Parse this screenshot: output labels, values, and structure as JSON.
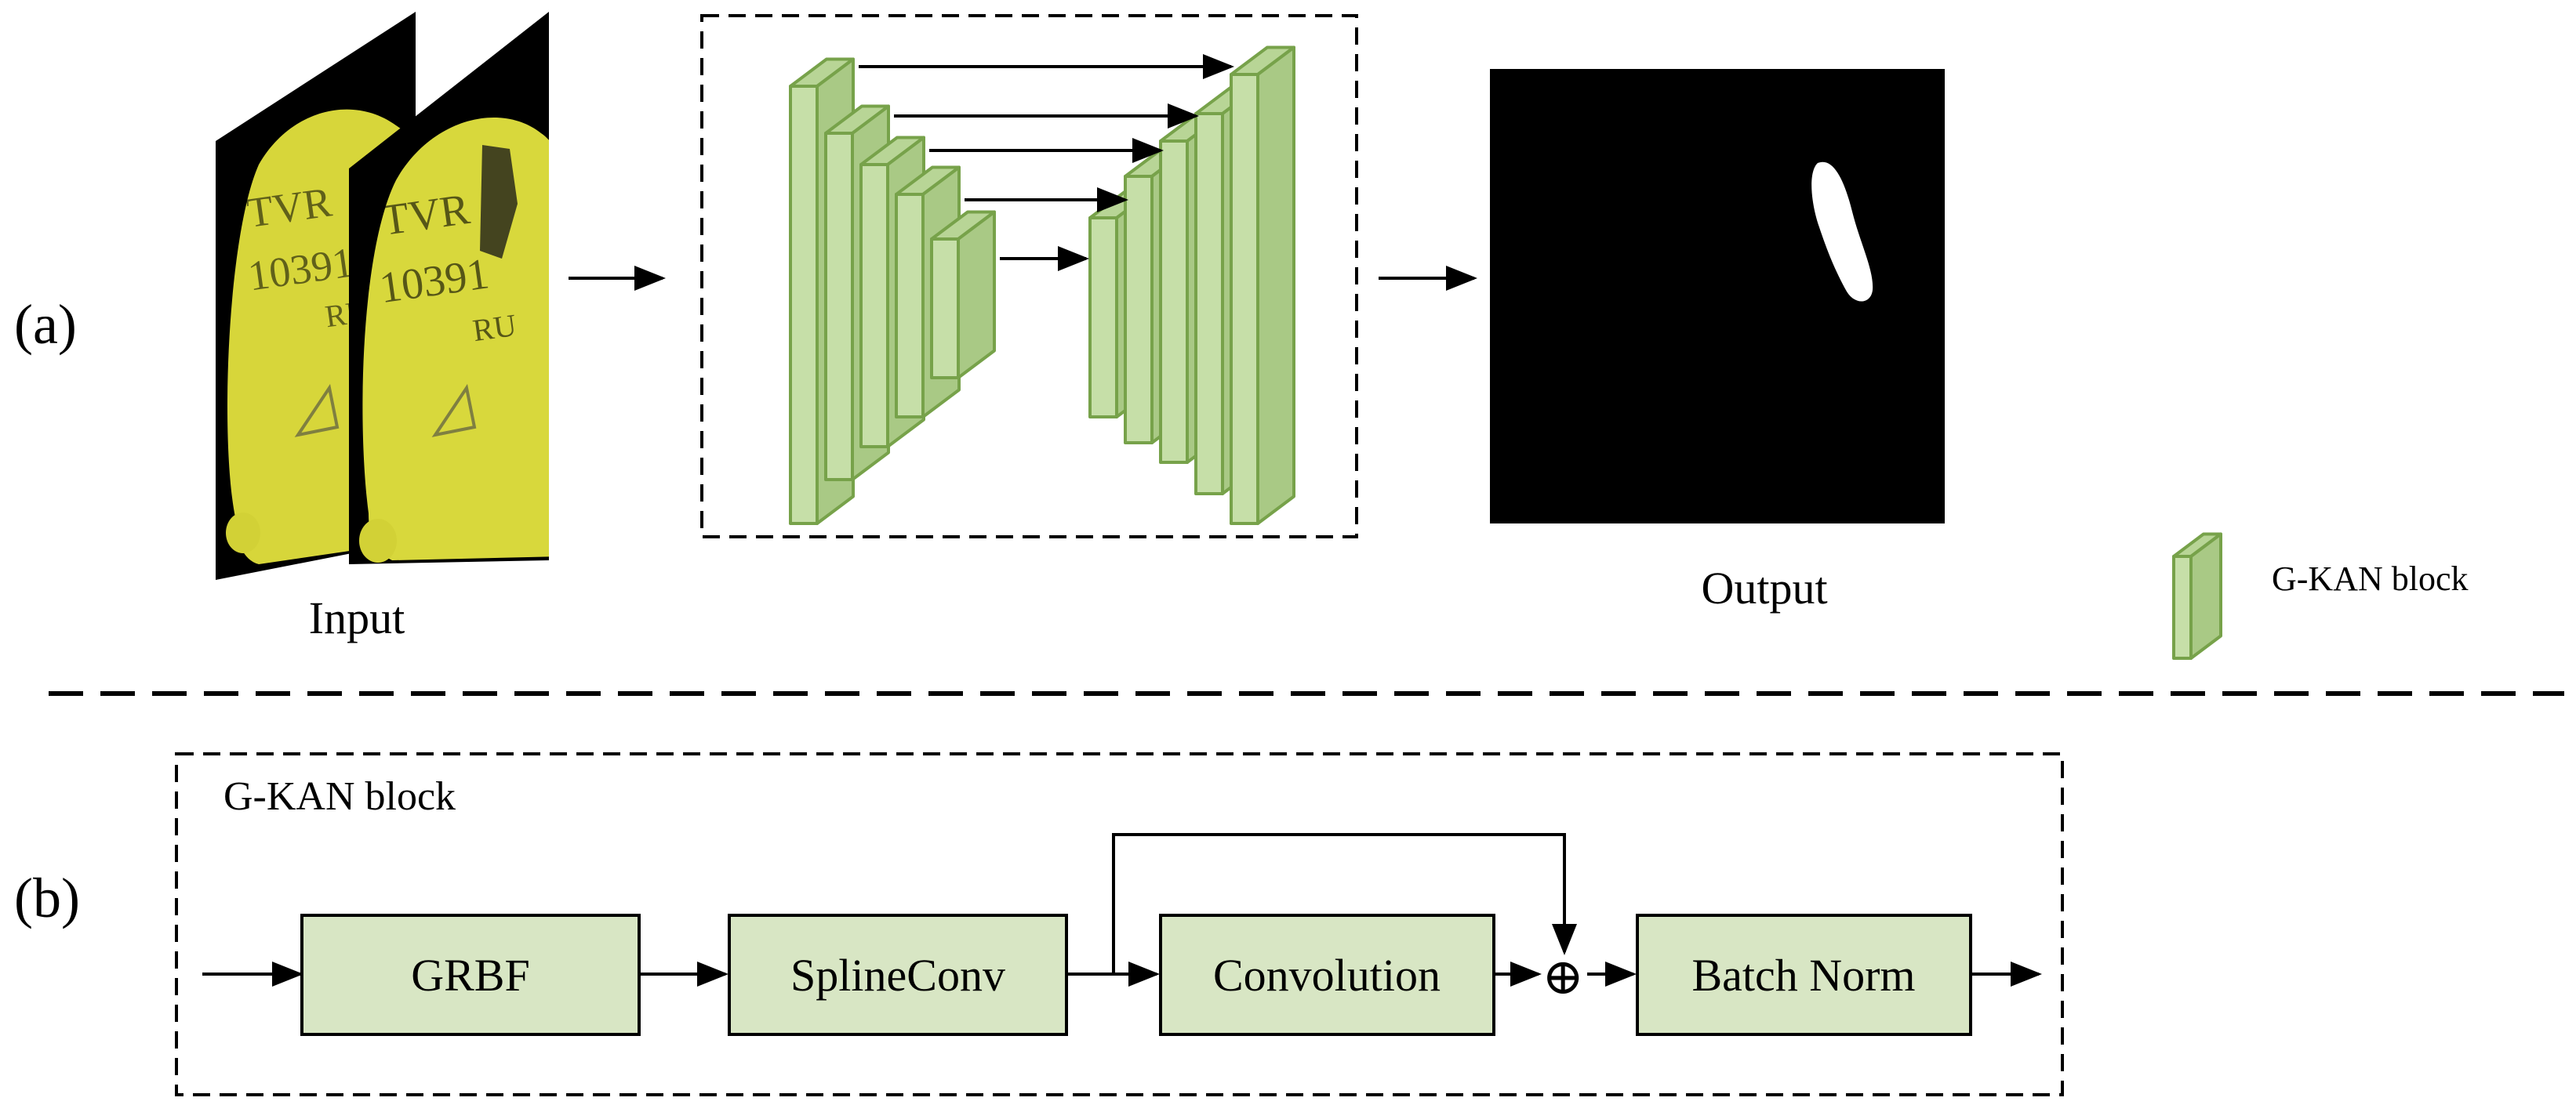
{
  "panel_a": {
    "label": "(a)",
    "input_label": "Input",
    "output_label": "Output",
    "legend_label": "G-KAN block",
    "input_text": {
      "line1": "TVR",
      "line2": "10391",
      "line3": "RU"
    }
  },
  "panel_b": {
    "label": "(b)",
    "block_title": "G-KAN block",
    "steps": [
      "GRBF",
      "SplineConv",
      "Convolution",
      "Batch Norm"
    ],
    "add_symbol": "⊕"
  },
  "colors": {
    "block_fill": "#c6dfa8",
    "block_side": "#a9c985",
    "block_top": "#b8d596",
    "block_stroke": "#77a24a",
    "step_fill": "#d8e6c4",
    "varistor": "#d8d83c",
    "mask_bg": "#000000",
    "mask_fg": "#ffffff",
    "line": "#000000"
  }
}
